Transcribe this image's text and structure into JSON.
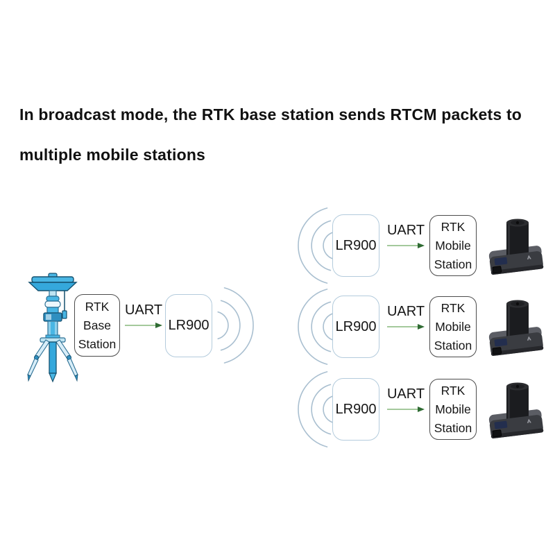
{
  "title": {
    "line1": "In broadcast mode, the RTK base station sends RTCM packets to",
    "line2": "multiple mobile stations"
  },
  "base": {
    "station_box": {
      "line1": "RTK",
      "line2": "Base",
      "line3": "Station"
    },
    "uart_label": "UART",
    "radio_label": "LR900"
  },
  "rows": [
    {
      "radio_label": "LR900",
      "uart_label": "UART",
      "station_box": {
        "line1": "RTK",
        "line2": "Mobile",
        "line3": "Station"
      }
    },
    {
      "radio_label": "LR900",
      "uart_label": "UART",
      "station_box": {
        "line1": "RTK",
        "line2": "Mobile",
        "line3": "Station"
      }
    },
    {
      "radio_label": "LR900",
      "uart_label": "UART",
      "station_box": {
        "line1": "RTK",
        "line2": "Mobile",
        "line3": "Station"
      }
    }
  ],
  "icons": {
    "tripod": "rtk-base-antenna-tripod-icon",
    "tx_waves": "radio-waves-transmit-icon",
    "rx_waves": "radio-waves-receive-icon",
    "device": "rtk-mobile-receiver-icon",
    "arrow": "green-arrow-right-icon"
  },
  "colors": {
    "background": "#ffffff",
    "title_text": "#111111",
    "box_text": "#161616",
    "station_box_border": "#4b4b4b",
    "radio_box_border": "#b3cbdc",
    "uart_arrow_line": "#86b77c",
    "uart_arrow_head": "#2f6b33",
    "radio_wave": "#a9bfd0",
    "antenna_blue": "#35a8dc",
    "antenna_outline": "#15516f",
    "device_body": "#1b1c1f",
    "device_base": "#3a3c41"
  }
}
